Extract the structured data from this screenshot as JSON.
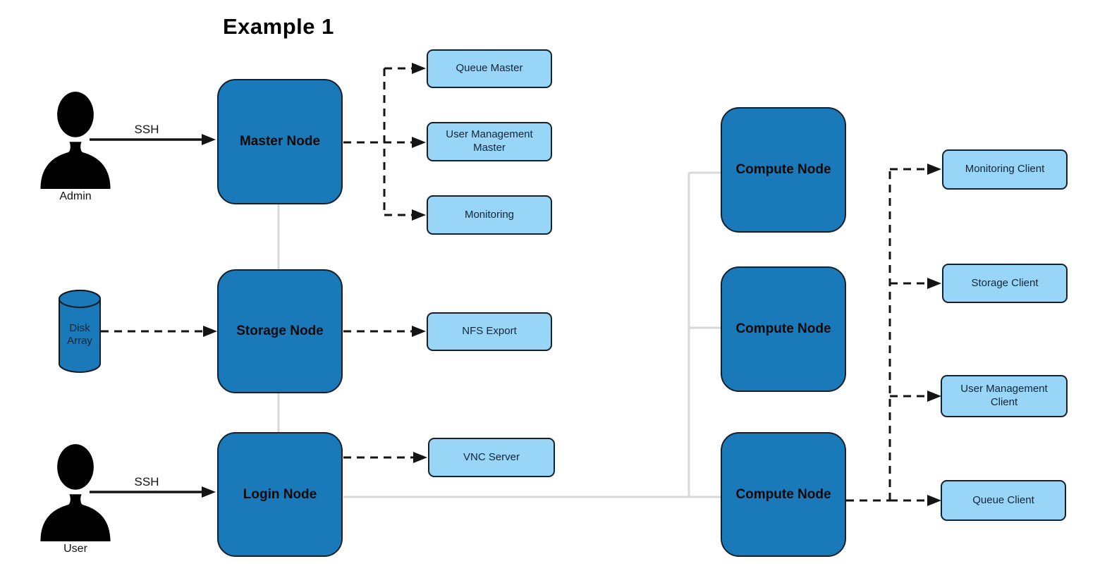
{
  "title": "Example 1",
  "colors": {
    "node_fill": "#1a79b8",
    "service_fill": "#99d5f7",
    "border": "#13222e",
    "connector_gray": "#d8d8d8",
    "arrow_black": "#141414"
  },
  "actors": {
    "admin": "Admin",
    "user": "User"
  },
  "edge_labels": {
    "admin_ssh": "SSH",
    "user_ssh": "SSH"
  },
  "storage_device": "Disk Array",
  "nodes": {
    "master": "Master Node",
    "storage": "Storage Node",
    "login": "Login Node",
    "compute_1": "Compute Node",
    "compute_2": "Compute Node",
    "compute_3": "Compute Node"
  },
  "master_services": {
    "queue": "Queue Master",
    "user_management": "User Management Master",
    "monitoring": "Monitoring"
  },
  "storage_services": {
    "nfs": "NFS Export"
  },
  "login_services": {
    "vnc": "VNC Server"
  },
  "compute_clients": {
    "monitoring": "Monitoring Client",
    "storage": "Storage Client",
    "user_management": "User Management Client",
    "queue": "Queue Client"
  }
}
